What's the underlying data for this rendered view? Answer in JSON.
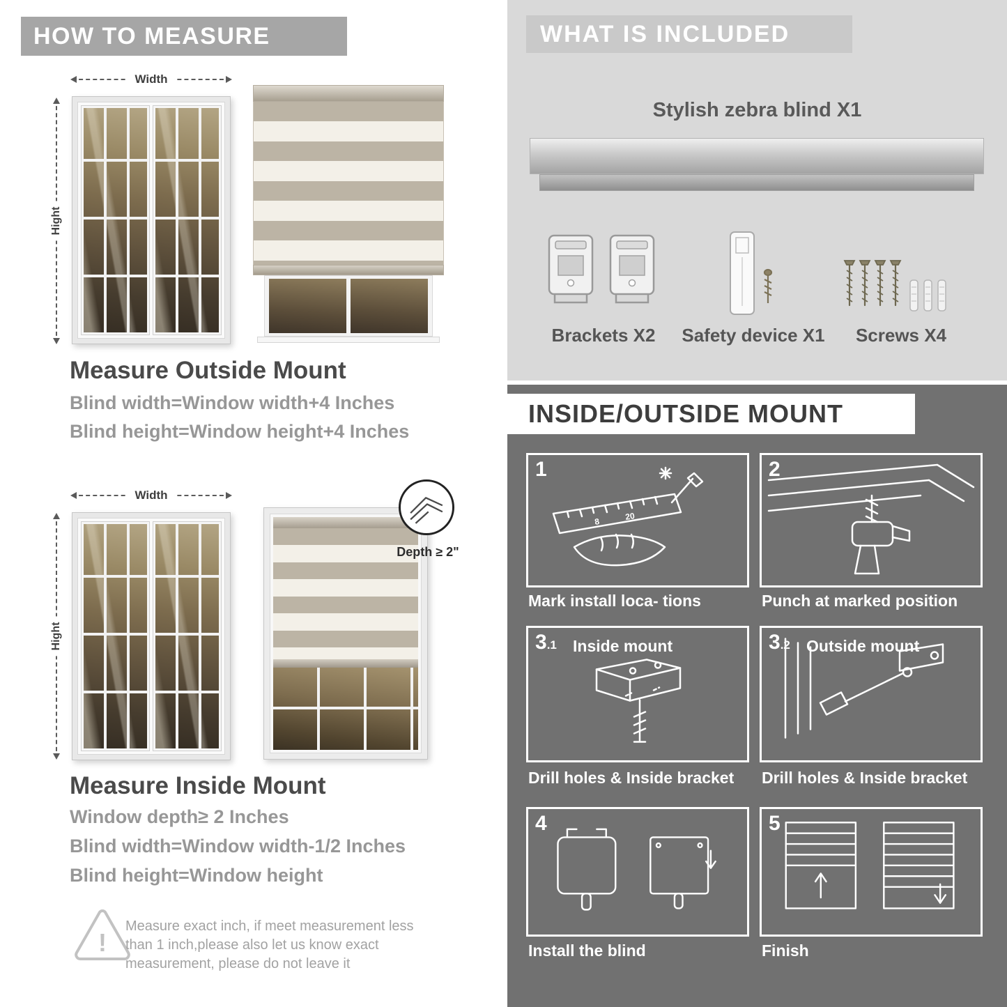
{
  "left": {
    "banner": "HOW TO MEASURE",
    "outside": {
      "width_label": "Width",
      "height_label": "Hight",
      "heading": "Measure Outside Mount",
      "line1": "Blind width=Window width+4 Inches",
      "line2": "Blind height=Window height+4 Inches"
    },
    "inside": {
      "width_label": "Width",
      "height_label": "Hight",
      "depth_label": "Depth ≥ 2\"",
      "heading": "Measure Inside Mount",
      "line1": "Window depth≥ 2 Inches",
      "line2": "Blind width=Window width-1/2 Inches",
      "line3": "Blind height=Window height"
    },
    "warning": {
      "mark": "!",
      "text": "Measure exact inch, if meet measurement less than 1 inch,please also let us know exact measurement, please do not leave it"
    }
  },
  "right": {
    "included": {
      "banner": "WHAT IS INCLUDED",
      "product": "Stylish zebra blind X1",
      "brackets_label": "Brackets X2",
      "safety_label": "Safety device X1",
      "screws_label": "Screws X4"
    },
    "mount": {
      "banner": "INSIDE/OUTSIDE MOUNT",
      "steps": [
        {
          "num": "1",
          "sub": "",
          "title": "",
          "caption": "Mark install loca- tions",
          "ruler1": "8",
          "ruler2": "20"
        },
        {
          "num": "2",
          "sub": "",
          "title": "",
          "caption": "Punch at  marked position"
        },
        {
          "num": "3",
          "sub": ".1",
          "title": "Inside mount",
          "caption": "Drill holes &  Inside bracket"
        },
        {
          "num": "3",
          "sub": ".2",
          "title": "Outside mount",
          "caption": "Drill holes &  Inside bracket"
        },
        {
          "num": "4",
          "sub": "",
          "title": "",
          "caption": "Install the blind"
        },
        {
          "num": "5",
          "sub": "",
          "title": "",
          "caption": "Finish"
        }
      ]
    }
  }
}
